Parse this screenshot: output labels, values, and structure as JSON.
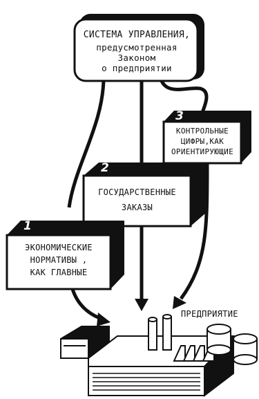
{
  "top_box": {
    "line1": "СИСТЕМА УПРАВЛЕНИЯ,",
    "line2": "предусмотренная",
    "line3": "Законом",
    "line4": "о предприятии"
  },
  "box3": {
    "number": "3",
    "line1": "КОНТРОЛЬНЫЕ",
    "line2": "ЦИФРЫ,КАК",
    "line3": "ОРИЕНТИРУЮЩИЕ"
  },
  "box2": {
    "number": "2",
    "line1": "ГОСУДАРСТВЕННЫЕ",
    "line2": "ЗАКАЗЫ"
  },
  "box1": {
    "number": "1",
    "line1": "ЭКОНОМИЧЕСКИЕ",
    "line2": "НОРМАТИВЫ ,",
    "line3": "КАК ГЛАВНЫЕ"
  },
  "enterprise_label": "ПРЕДПРИЯТИЕ",
  "colors": {
    "ink": "#111111",
    "paper": "#ffffff"
  }
}
